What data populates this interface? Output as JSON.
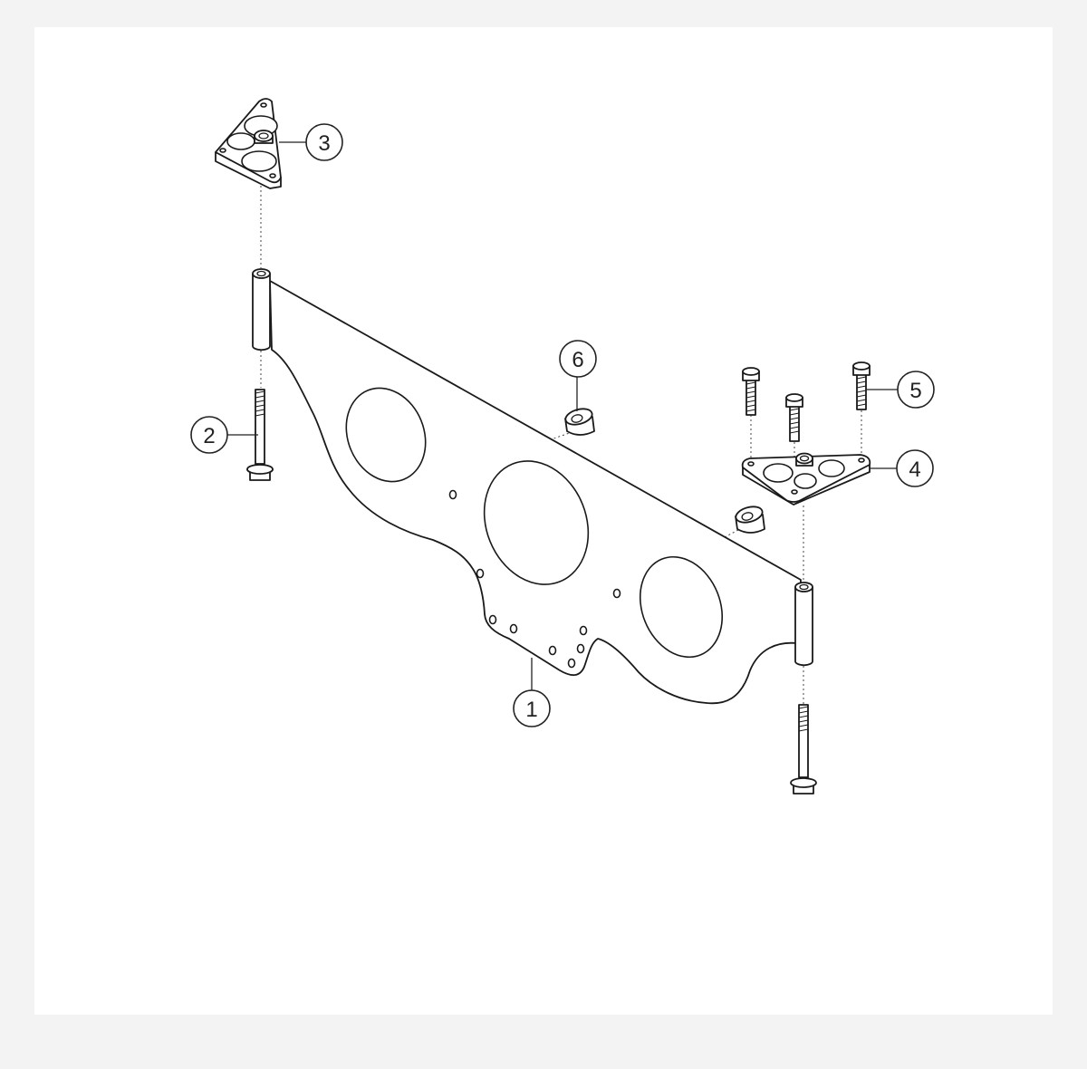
{
  "diagram": {
    "type": "exploded-parts-view",
    "callouts": [
      {
        "id": "1",
        "label": "1"
      },
      {
        "id": "2",
        "label": "2"
      },
      {
        "id": "3",
        "label": "3"
      },
      {
        "id": "4",
        "label": "4"
      },
      {
        "id": "5",
        "label": "5"
      },
      {
        "id": "6",
        "label": "6"
      }
    ],
    "colors": {
      "line": "#1a1a1a",
      "fill": "#ffffff",
      "page_background": "#f3f3f3"
    }
  }
}
